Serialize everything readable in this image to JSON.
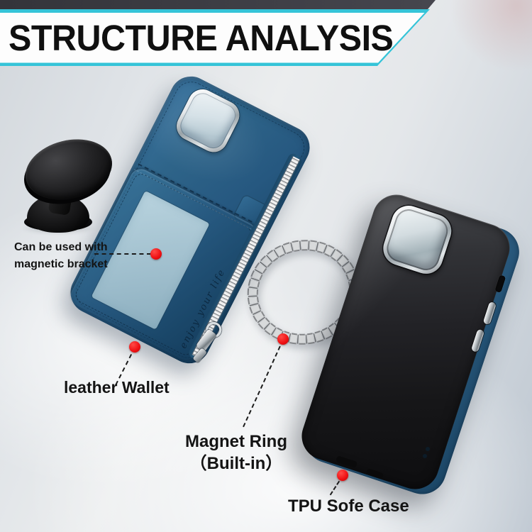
{
  "banner": {
    "title": "STRUCTURE ANALYSIS"
  },
  "callouts": {
    "bracket": {
      "line1": "Can be used with",
      "line2": "magnetic bracket"
    },
    "wallet": {
      "label": "leather Wallet"
    },
    "magnet_ring": {
      "line1": "Magnet Ring",
      "line2": "（Built-in）"
    },
    "tpu": {
      "label": "TPU Sofe Case"
    }
  },
  "case": {
    "engraving": "enjoy your life"
  },
  "colors": {
    "accent_cyan": "#35c4d8",
    "banner_bg": "#fdfdfd",
    "banner_text": "#101010",
    "marker_red": "#ee0f12",
    "leather_blue": "#2a5f87",
    "tpu_black": "#1d1d20",
    "chrome": "#c9ced2",
    "label_text": "#141414"
  }
}
